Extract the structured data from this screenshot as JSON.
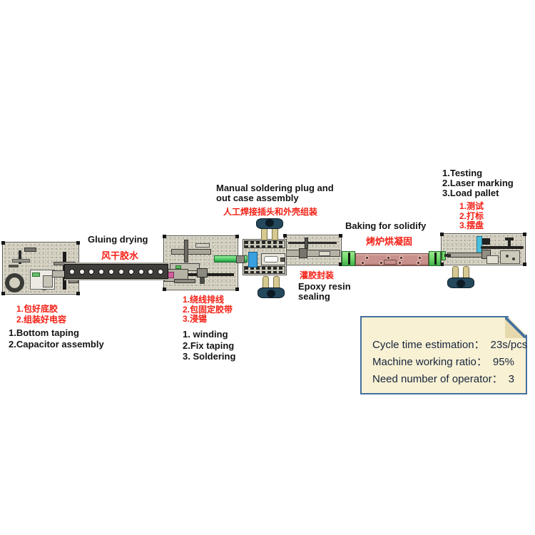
{
  "colors": {
    "accent_red": "#f32015",
    "oven_pink": "#c9918b",
    "green_block": "#6ed468",
    "blue_fixture": "#3aa0e0",
    "cyan_fixture": "#49c0dd",
    "conveyor_dark": "#3e3d3a",
    "plate_speckle": "#d7d4c6",
    "info_box_bg": "#f8f1d3",
    "info_box_border": "#44719f"
  },
  "stations": [
    {
      "name": "gluing-drying",
      "title_en": "Gluing drying",
      "title_zh": "风干胶水",
      "steps_zh": [
        "1.包好底胶",
        "2.组装好电容"
      ],
      "steps_en": [
        "1.Bottom taping",
        "2.Capacitor assembly"
      ]
    },
    {
      "name": "winding",
      "steps_zh": [
        "1.绕线排线",
        "2.包固定胶带",
        "3.浸锡"
      ],
      "steps_en": [
        "1. winding",
        "2.Fix taping",
        "3. Soldering"
      ]
    },
    {
      "name": "manual-soldering",
      "title_en": "Manual  soldering plug and\nout  case assembly",
      "title_zh": "人工焊接插头和外壳组装"
    },
    {
      "name": "epoxy-sealing",
      "title_zh": "灌胶封装",
      "title_en": "Epoxy resin sealing"
    },
    {
      "name": "baking",
      "title_en": "Baking for solidify",
      "title_zh": "烤炉烘凝固"
    },
    {
      "name": "testing",
      "steps_en": [
        "1.Testing",
        "2.Laser marking",
        "3.Load pallet"
      ],
      "steps_zh": [
        "1.测试",
        "2.打标",
        "3.摆盘"
      ]
    }
  ],
  "info_box": {
    "lines": [
      {
        "label": "Cycle time estimation：",
        "value": "23s/pcs"
      },
      {
        "label": "Machine working ratio：",
        "value": "95%"
      },
      {
        "label": "Need number of operator：",
        "value": "3"
      }
    ]
  }
}
